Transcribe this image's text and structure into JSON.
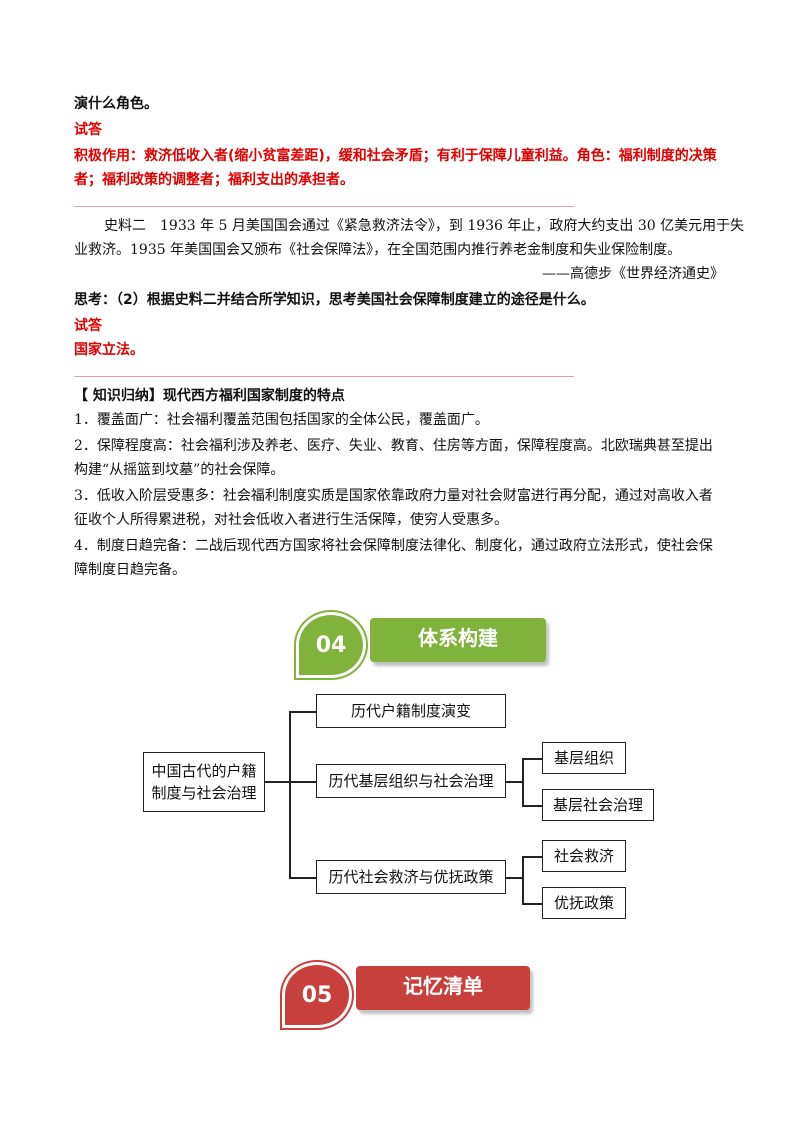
{
  "section_top": {
    "line1": "演什么角色。",
    "answer_label1": "试答",
    "answer1_line1": "积极作用：救济低收入者(缩小贫富差距)，缓和社会矛盾；有利于保障儿童利益。角色：福利制度的决策",
    "answer1_line2": "者；福利政策的调整者；福利支出的承担者。"
  },
  "source2": {
    "line1": "史料二　1933 年 5 月美国国会通过《紧急救济法令》，到 1936 年止，政府大约支出 30 亿美元用于失",
    "line2": "业救济。1935 年美国国会又颁布《社会保障法》，在全国范围内推行养老金制度和失业保险制度。",
    "citation": "——高德步《世界经济通史》"
  },
  "question2": "思考：（2）根据史料二并结合所学知识，思考美国社会保障制度建立的途径是什么。",
  "answer_label2": "试答",
  "answer2": "国家立法。",
  "knowledge": {
    "title": "【 知识归纳】现代西方福利国家制度的特点",
    "p1": "1．覆盖面广：社会福利覆盖范围包括国家的全体公民，覆盖面广。",
    "p2_line1": "2．保障程度高：社会福利涉及养老、医疗、失业、教育、住房等方面，保障程度高。北欧瑞典甚至提出",
    "p2_line2": "构建“从摇篮到坟墓”的社会保障。",
    "p3_line1": "3．低收入阶层受惠多：社会福利制度实质是国家依靠政府力量对社会财富进行再分配，通过对高收入者",
    "p3_line2": "征收个人所得累进税，对社会低收入者进行生活保障，使穷人受惠多。",
    "p4_line1": "4．制度日趋完备：二战后现代西方国家将社会保障制度法律化、制度化，通过政府立法形式，使社会保",
    "p4_line2": "障制度日趋完备。"
  },
  "banner04": {
    "number": "04",
    "title": "体系构建",
    "color": "#7fb33b"
  },
  "banner05": {
    "number": "05",
    "title": "记忆清单",
    "color": "#c7403b"
  },
  "diagram": {
    "root_line1": "中国古代的户籍",
    "root_line2": "制度与社会治理",
    "branch1": "历代户籍制度演变",
    "branch2": "历代基层组织与社会治理",
    "branch2_children": [
      "基层组织",
      "基层社会治理"
    ],
    "branch3": "历代社会救济与优抚政策",
    "branch3_children": [
      "社会救济",
      "优抚政策"
    ]
  }
}
